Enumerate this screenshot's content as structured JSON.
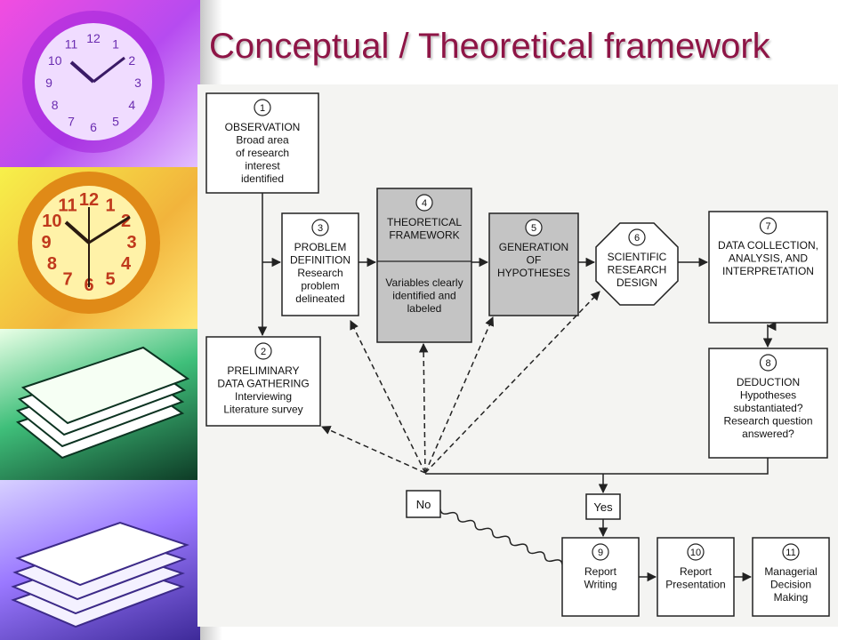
{
  "slide": {
    "title": "Conceptual / Theoretical framework"
  },
  "decor": {
    "title_color": "#8e1546",
    "box_shade": "#c4c4c4"
  },
  "flowchart": {
    "boxes": [
      {
        "id": "b1",
        "num": "1",
        "lines": [
          "OBSERVATION",
          "Broad area",
          "of research",
          "interest",
          "identified"
        ]
      },
      {
        "id": "b2",
        "num": "2",
        "lines": [
          "PRELIMINARY",
          "DATA GATHERING",
          "Interviewing",
          "Literature survey"
        ]
      },
      {
        "id": "b3",
        "num": "3",
        "lines": [
          "PROBLEM",
          "DEFINITION",
          "Research",
          "problem",
          "delineated"
        ]
      },
      {
        "id": "b4",
        "num": "4",
        "lines": [
          "THEORETICAL",
          "FRAMEWORK"
        ],
        "lines2": [
          "Variables clearly",
          "identified and",
          "labeled"
        ]
      },
      {
        "id": "b5",
        "num": "5",
        "lines": [
          "GENERATION",
          "OF",
          "HYPOTHESES"
        ]
      },
      {
        "id": "b6",
        "num": "6",
        "lines": [
          "SCIENTIFIC",
          "RESEARCH",
          "DESIGN"
        ]
      },
      {
        "id": "b7",
        "num": "7",
        "lines": [
          "DATA COLLECTION,",
          "ANALYSIS, AND",
          "INTERPRETATION"
        ]
      },
      {
        "id": "b8",
        "num": "8",
        "lines": [
          "DEDUCTION",
          "Hypotheses",
          "substantiated?",
          "Research question",
          "answered?"
        ]
      },
      {
        "id": "b9",
        "num": "9",
        "lines": [
          "Report",
          "Writing"
        ]
      },
      {
        "id": "b10",
        "num": "10",
        "lines": [
          "Report",
          "Presentation"
        ]
      },
      {
        "id": "b11",
        "num": "11",
        "lines": [
          "Managerial",
          "Decision",
          "Making"
        ]
      }
    ],
    "decisions": {
      "no": "No",
      "yes": "Yes"
    }
  },
  "clock_faces": {
    "clock1": [
      "12",
      "1",
      "2",
      "3",
      "4",
      "5",
      "6",
      "7",
      "8",
      "9",
      "10",
      "11"
    ],
    "clock2": [
      "12",
      "1",
      "2",
      "3",
      "4",
      "5",
      "6",
      "7",
      "8",
      "9",
      "10",
      "11"
    ]
  }
}
